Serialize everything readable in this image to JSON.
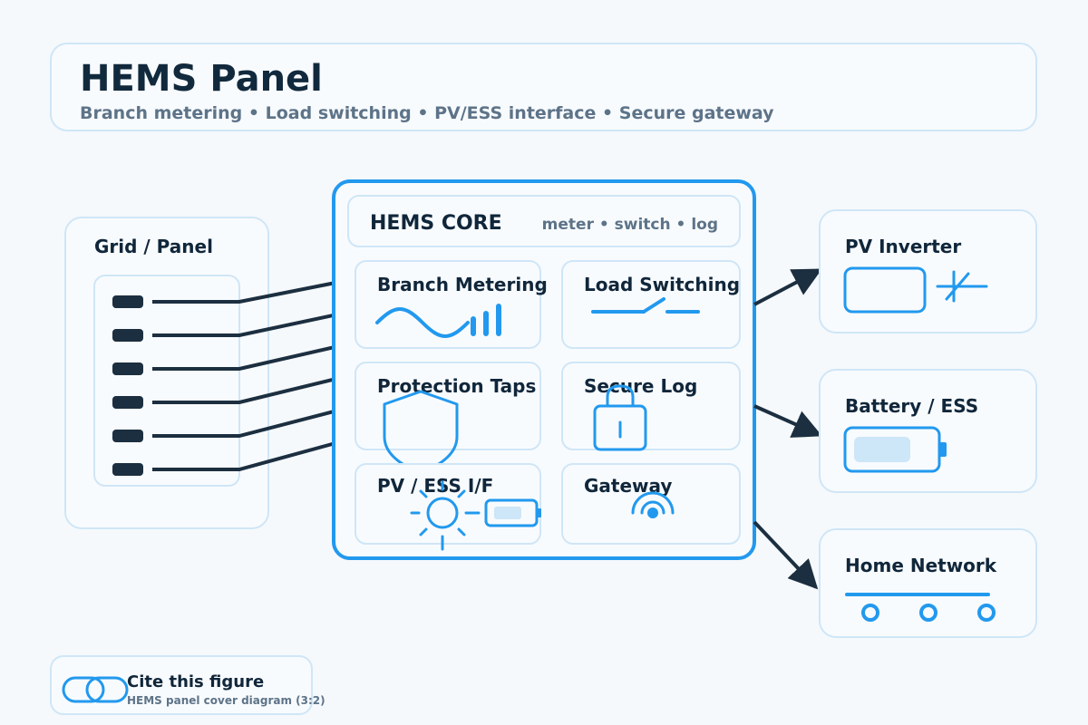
{
  "header": {
    "title": "HEMS Panel",
    "subtitle": "Branch metering • Load switching • PV/ESS interface • Secure gateway"
  },
  "grid_panel": {
    "label": "Grid / Panel",
    "breaker_count": 6
  },
  "core": {
    "title": "HEMS CORE",
    "subtitle": "meter • switch • log",
    "modules": [
      {
        "label": "Branch Metering",
        "icon": "waveform-bars-icon"
      },
      {
        "label": "Load Switching",
        "icon": "switch-icon"
      },
      {
        "label": "Protection Taps",
        "icon": "shield-icon"
      },
      {
        "label": "Secure Log",
        "icon": "padlock-icon"
      },
      {
        "label": "PV / ESS I/F",
        "icon": "sun-battery-icon"
      },
      {
        "label": "Gateway",
        "icon": "wireless-icon"
      }
    ]
  },
  "outputs": [
    {
      "label": "PV Inverter",
      "icon": "inverter-icon"
    },
    {
      "label": "Battery / ESS",
      "icon": "battery-icon"
    },
    {
      "label": "Home Network",
      "icon": "network-nodes-icon"
    }
  ],
  "cite": {
    "title": "Cite this figure",
    "subtitle": "HEMS panel cover diagram (3:2)",
    "icon": "link-icon"
  },
  "colors": {
    "background": "#f5f9fc",
    "panel_fill": "#f8fbfe",
    "panel_border": "#cfe6f6",
    "accent": "#2299ee",
    "accent_light": "#cde6f8",
    "wire": "#1c2f40",
    "text_dark": "#10263a",
    "text_muted": "#5d7388"
  }
}
